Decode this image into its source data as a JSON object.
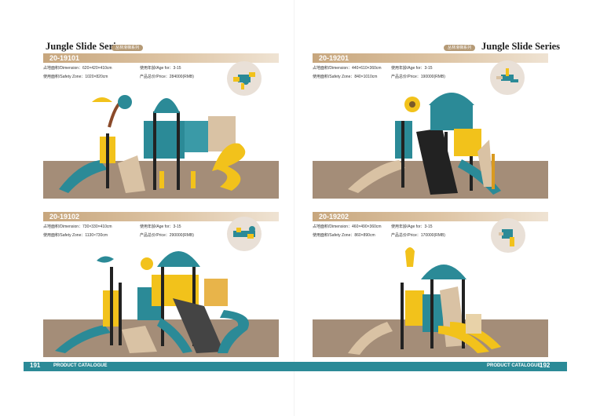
{
  "left_page": {
    "series_title": "Jungle Slide Series",
    "series_badge": "丛林滑梯系列"
  },
  "right_page": {
    "series_title": "Jungle Slide Series",
    "series_badge": "丛林滑梯系列"
  },
  "products": [
    {
      "code": "20-19101",
      "dimension": "占地面积/Dimension：620×420×410cm",
      "age": "使用年龄/Age for：3-15",
      "safety_zone": "使用面积/Safety Zone：1020×820cm",
      "price": "产品总价/Price：284000(RMB)"
    },
    {
      "code": "20-19201",
      "dimension": "占地面积/Dimension：440×610×360cm",
      "age": "使用年龄/Age for：3-15",
      "safety_zone": "使用面积/Safety Zone：840×1010cm",
      "price": "产品总价/Price：190000(RMB)"
    },
    {
      "code": "20-19102",
      "dimension": "占地面积/Dimension：730×330×410cm",
      "age": "使用年龄/Age for：3-15",
      "safety_zone": "使用面积/Safety Zone：1130×730cm",
      "price": "产品总价/Price：290000(RMB)"
    },
    {
      "code": "20-19202",
      "dimension": "占地面积/Dimension：460×490×360cm",
      "age": "使用年龄/Age for：3-15",
      "safety_zone": "使用面积/Safety Zone：860×890cm",
      "price": "产品总价/Price：170000(RMB)"
    }
  ],
  "footer": {
    "left_page_number": "191",
    "left_label": "PRODUCT CATALOGUE",
    "right_label": "PRODUCT CATALOGUE",
    "right_page_number": "192"
  },
  "colors": {
    "teal": "#2b8a97",
    "yellow": "#f2c21b",
    "beige": "#c7a67d",
    "ground": "#a48d78"
  }
}
